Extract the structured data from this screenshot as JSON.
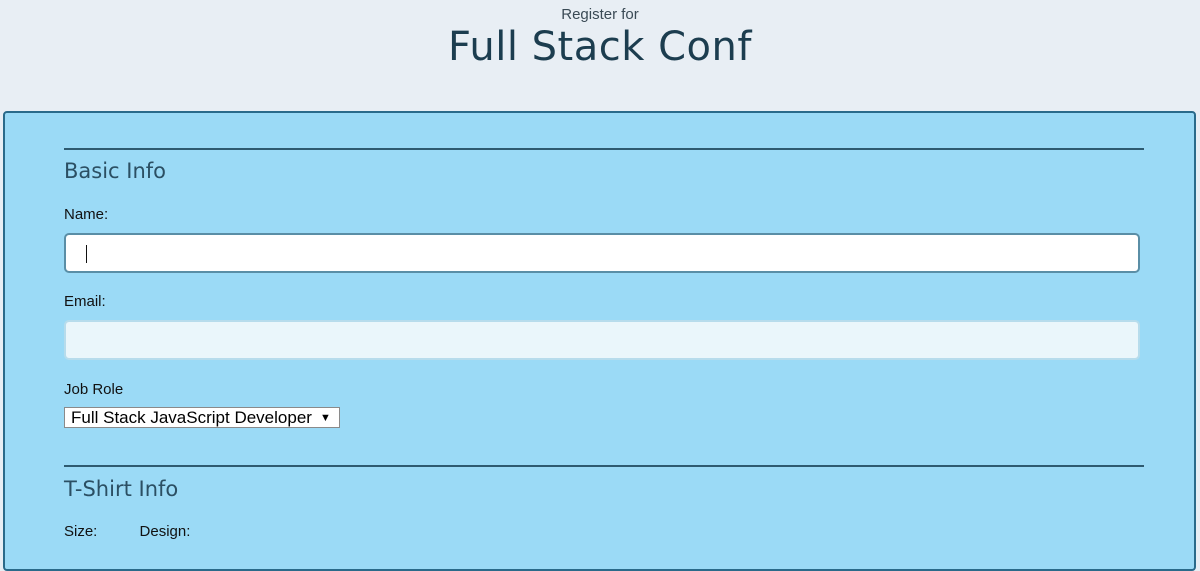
{
  "header": {
    "kicker": "Register for",
    "title": "Full Stack Conf"
  },
  "form": {
    "basic_info": {
      "legend": "Basic Info",
      "name_label": "Name:",
      "name_value": "",
      "email_label": "Email:",
      "email_value": "",
      "job_role_label": "Job Role",
      "job_role_selected": "Full Stack JavaScript Developer"
    },
    "tshirt_info": {
      "legend": "T-Shirt Info",
      "size_label": "Size:",
      "design_label": "Design:"
    }
  },
  "colors": {
    "page_bg": "#e8eef4",
    "panel_bg": "#9bdaf6",
    "title": "#1c3d4f"
  }
}
